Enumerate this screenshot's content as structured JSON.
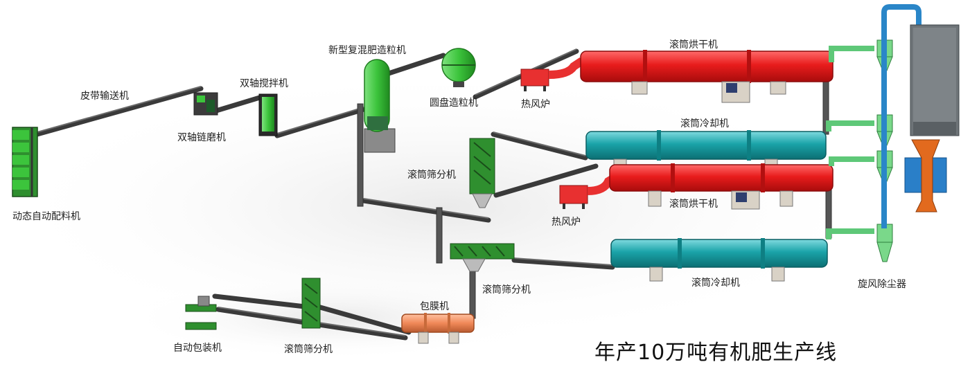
{
  "title": "年产10万吨有机肥生产线",
  "labels": {
    "auto_batching": "动态自动配料机",
    "belt_conveyor": "皮带输送机",
    "double_shaft_chain_mill": "双轴链磨机",
    "double_shaft_mixer": "双轴搅拌机",
    "new_compound_granulator": "新型复混肥造粒机",
    "disc_granulator": "圆盘造粒机",
    "hot_air_stove_1": "热风炉",
    "dryer_1": "滚筒烘干机",
    "cooler_1": "滚筒冷却机",
    "screener_1": "滚筒筛分机",
    "hot_air_stove_2": "热风炉",
    "dryer_2": "滚筒烘干机",
    "cooler_2": "滚筒冷却机",
    "screener_2": "滚筒筛分机",
    "cyclone": "旋风除尘器",
    "coating_machine": "包膜机",
    "auto_packing": "自动包装机",
    "screener_3": "滚筒筛分机"
  },
  "colors": {
    "conveyor": "#3a3a3a",
    "green_machine": "#3cc43c",
    "dryer_red": "#e81c1c",
    "cooler_teal": "#1aa3a8",
    "coating_orange": "#f08858",
    "stove_red": "#e83030",
    "duct_green": "#5ec878",
    "pipe_blue": "#2a86c8",
    "tower_gray": "#6e7478",
    "fan_orange": "#e26a1e"
  }
}
